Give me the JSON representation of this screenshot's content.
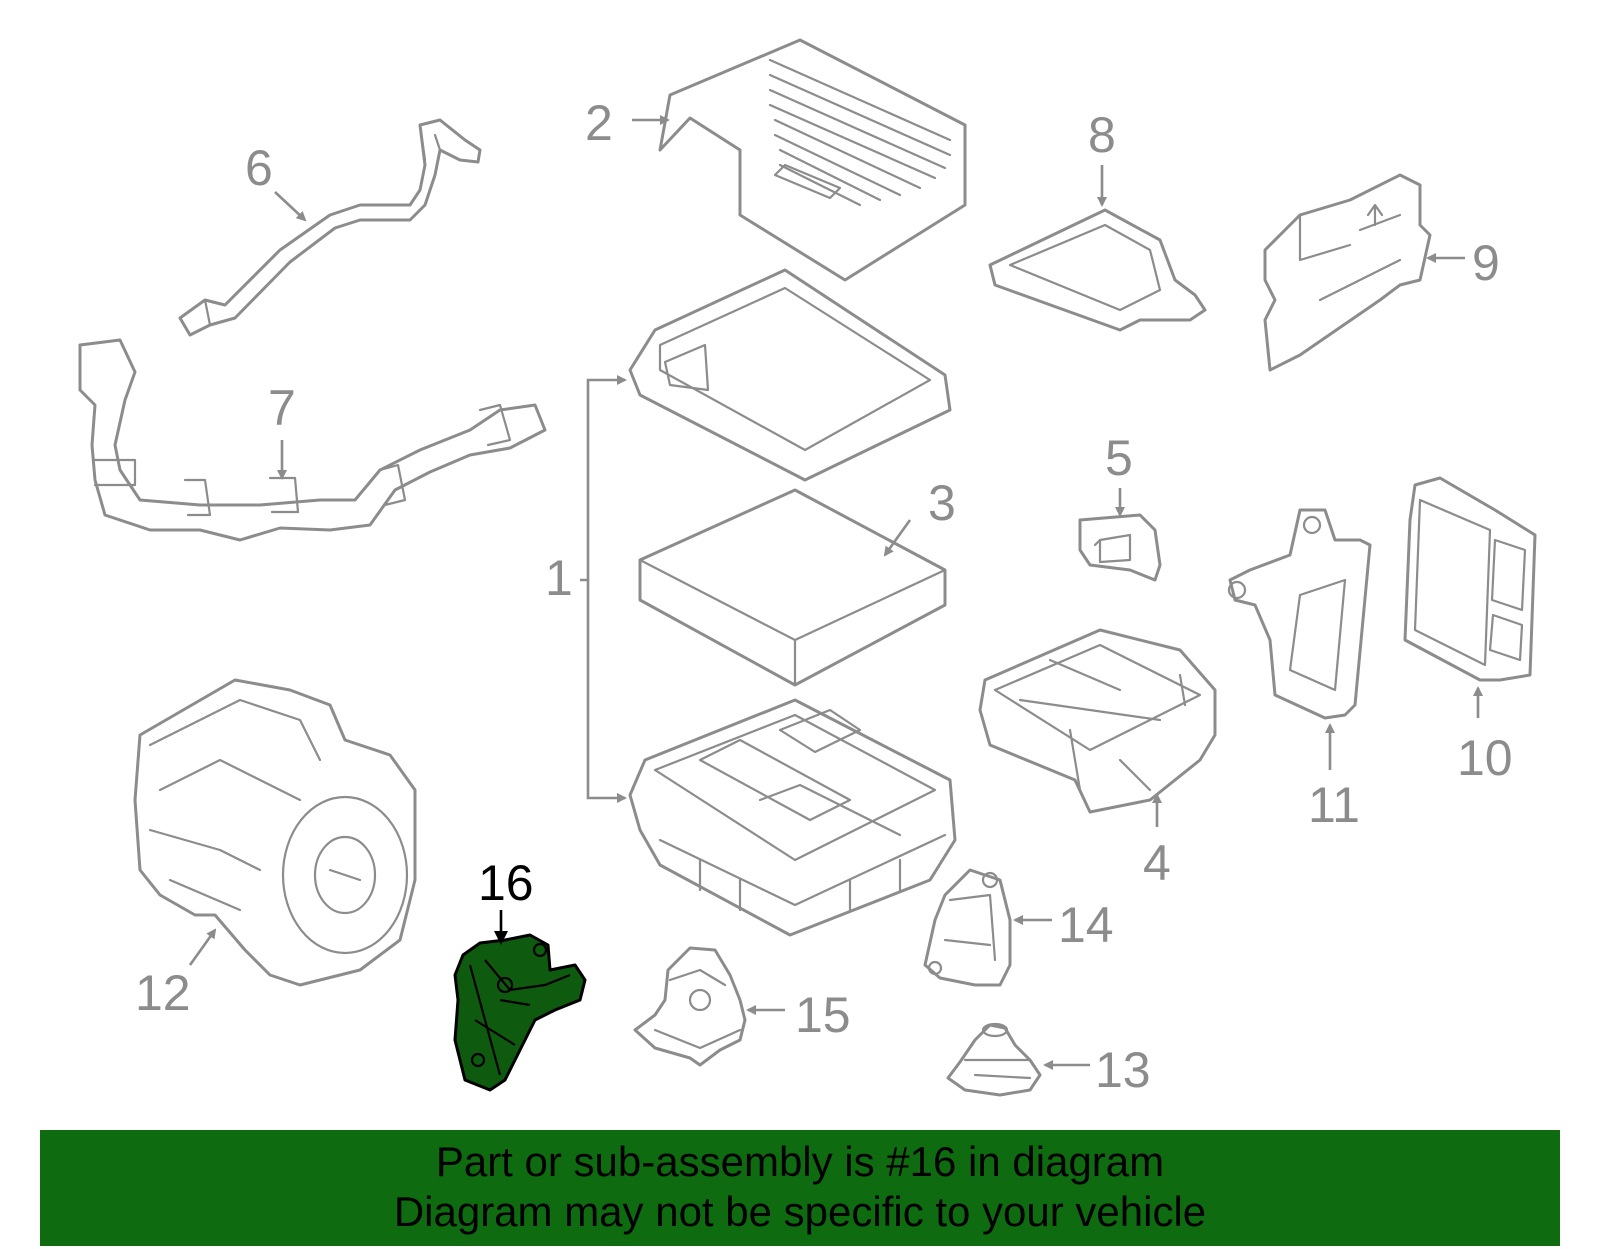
{
  "callouts": {
    "c1": "1",
    "c2": "2",
    "c3": "3",
    "c4": "4",
    "c5": "5",
    "c6": "6",
    "c7": "7",
    "c8": "8",
    "c9": "9",
    "c10": "10",
    "c11": "11",
    "c12": "12",
    "c13": "13",
    "c14": "14",
    "c15": "15",
    "c16": "16"
  },
  "highlighted_part": "16",
  "colors": {
    "line": "#8c8c8c",
    "highlight_fill": "#0e5a0e",
    "banner": "#0e6b10"
  },
  "banner": {
    "line1": "Part or sub-assembly is #16 in diagram",
    "line2": "Diagram may not be specific to your vehicle"
  }
}
